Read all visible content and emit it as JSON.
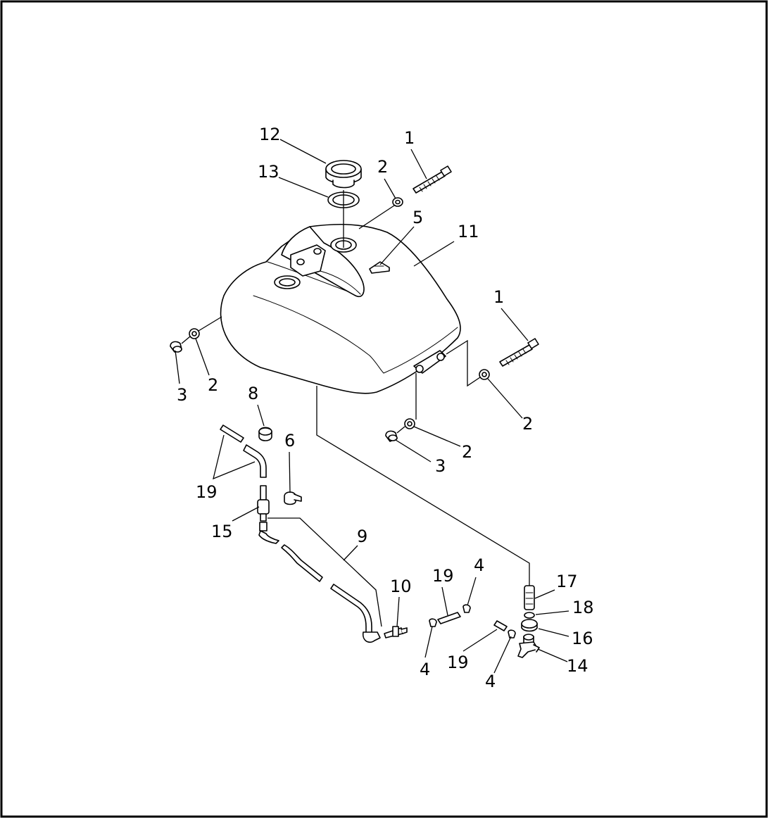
{
  "diagram": {
    "labels": [
      {
        "key": "p12",
        "text": "12"
      },
      {
        "key": "p1a",
        "text": "1"
      },
      {
        "key": "p13",
        "text": "13"
      },
      {
        "key": "p2a",
        "text": "2"
      },
      {
        "key": "p5",
        "text": "5"
      },
      {
        "key": "p11",
        "text": "11"
      },
      {
        "key": "p1b",
        "text": "1"
      },
      {
        "key": "p3a",
        "text": "3"
      },
      {
        "key": "p2b",
        "text": "2"
      },
      {
        "key": "p8",
        "text": "8"
      },
      {
        "key": "p2c",
        "text": "2"
      },
      {
        "key": "p6",
        "text": "6"
      },
      {
        "key": "p2d",
        "text": "2"
      },
      {
        "key": "p3b",
        "text": "3"
      },
      {
        "key": "p19a",
        "text": "19"
      },
      {
        "key": "p15",
        "text": "15"
      },
      {
        "key": "p9",
        "text": "9"
      },
      {
        "key": "p19b",
        "text": "19"
      },
      {
        "key": "p4a",
        "text": "4"
      },
      {
        "key": "p17",
        "text": "17"
      },
      {
        "key": "p10",
        "text": "10"
      },
      {
        "key": "p18",
        "text": "18"
      },
      {
        "key": "p16",
        "text": "16"
      },
      {
        "key": "p4b",
        "text": "4"
      },
      {
        "key": "p19c",
        "text": "19"
      },
      {
        "key": "p14",
        "text": "14"
      },
      {
        "key": "p4c",
        "text": "4"
      }
    ]
  }
}
